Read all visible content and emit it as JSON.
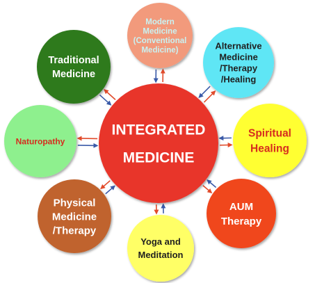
{
  "diagram": {
    "center": {
      "lines": [
        "INTEGRATED",
        "MEDICINE"
      ],
      "fill": "#e8362c",
      "text_color": "#ffffff"
    },
    "nodes": [
      {
        "id": "modern-medicine",
        "lines": [
          "Modern",
          "Medicine",
          "(Conventional",
          "Medicine)"
        ],
        "fill": "#f29a7b",
        "text_color": "#c9f2f2"
      },
      {
        "id": "alternative-medicine",
        "lines": [
          "Alternative",
          "Medicine",
          "/Therapy",
          "/Healing"
        ],
        "fill": "#5fe6f5",
        "text_color": "#1f1f1f"
      },
      {
        "id": "spiritual-healing",
        "lines": [
          "Spiritual",
          "Healing"
        ],
        "fill": "#ffff33",
        "text_color": "#d62d1e"
      },
      {
        "id": "aum-therapy",
        "lines": [
          "AUM",
          "Therapy"
        ],
        "fill": "#f0461e",
        "text_color": "#ffffff"
      },
      {
        "id": "yoga-meditation",
        "lines": [
          "Yoga and",
          "Meditation"
        ],
        "fill": "#ffff66",
        "text_color": "#1f1f1f"
      },
      {
        "id": "physical-medicine",
        "lines": [
          "Physical",
          "Medicine",
          "/Therapy"
        ],
        "fill": "#c0632d",
        "text_color": "#ffffff"
      },
      {
        "id": "naturopathy",
        "lines": [
          "Naturopathy"
        ],
        "fill": "#8ef08e",
        "text_color": "#d62d1e"
      },
      {
        "id": "traditional-medicine",
        "lines": [
          "Traditional",
          "Medicine"
        ],
        "fill": "#2f7a1f",
        "text_color": "#ffffff"
      }
    ],
    "arrow_colors": {
      "outward": "#e14b2b",
      "inward": "#3a5aa8"
    }
  }
}
